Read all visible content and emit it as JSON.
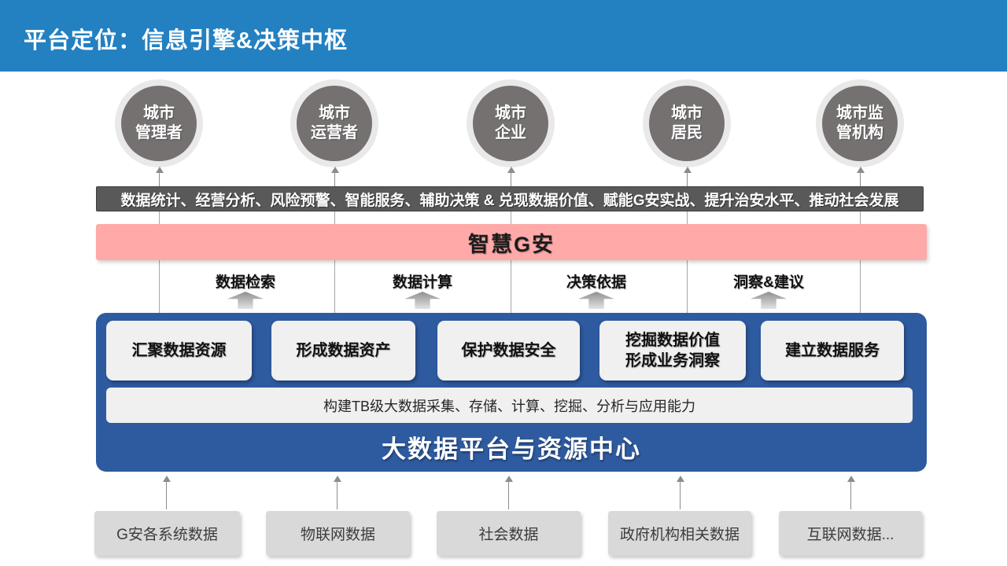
{
  "header": {
    "title": "平台定位：信息引擎&决策中枢"
  },
  "actors": [
    {
      "label": "城市\n管理者"
    },
    {
      "label": "城市\n运营者"
    },
    {
      "label": "城市\n企业"
    },
    {
      "label": "城市\n居民"
    },
    {
      "label": "城市监\n管机构"
    }
  ],
  "value_bar": {
    "text": "数据统计、经营分析、风险预警、智能服务、辅助决策 & 兑现数据价值、赋能G安实战、提升治安水平、推动社会发展"
  },
  "smart_layer": {
    "label": "智慧G安"
  },
  "flows": [
    {
      "label": "数据检索"
    },
    {
      "label": "数据计算"
    },
    {
      "label": "决策依据"
    },
    {
      "label": "洞察&建议"
    }
  ],
  "platform": {
    "capabilities": [
      {
        "label": "汇聚数据资源"
      },
      {
        "label": "形成数据资产"
      },
      {
        "label": "保护数据安全"
      },
      {
        "label": "挖掘数据价值\n形成业务洞察"
      },
      {
        "label": "建立数据服务"
      }
    ],
    "foundation": "构建TB级大数据采集、存储、计算、挖掘、分析与应用能力",
    "title": "大数据平台与资源中心"
  },
  "sources": [
    {
      "label": "G安各系统数据"
    },
    {
      "label": "物联网数据"
    },
    {
      "label": "社会数据"
    },
    {
      "label": "政府机构相关数据"
    },
    {
      "label": "互联网数据..."
    }
  ],
  "colors": {
    "header_bg": "#2380C1",
    "actor_fill": "#767171",
    "actor_ring": "#E9E9E9",
    "value_bar_bg": "#595959",
    "smart_bg": "#FFA9A9",
    "platform_bg": "#2E5A9F",
    "card_bg": "#F0F0F0",
    "source_bg": "#D9D9D9"
  }
}
